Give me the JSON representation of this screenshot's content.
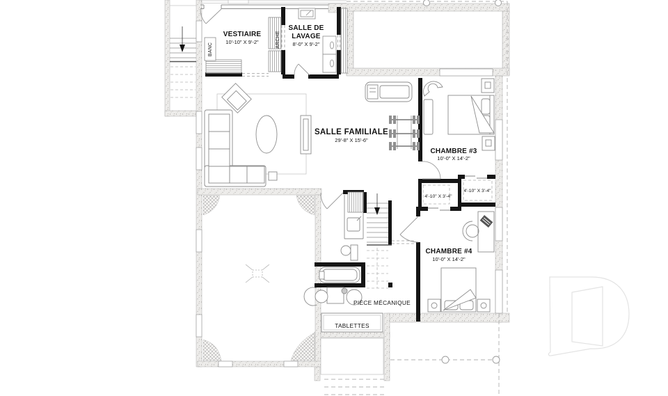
{
  "document": {
    "type": "architectural-floor-plan",
    "level": "basement"
  },
  "colors": {
    "background": "#ffffff",
    "wall_black": "#151515",
    "wall_concrete_fill": "#edecea",
    "furniture_line": "#8c8c8c",
    "text": "#141414",
    "watermark": "#e3e3e3"
  },
  "rooms": {
    "vestiaire": {
      "name": "VESTIAIRE",
      "dims": "10'-10\" X 9'-2\""
    },
    "salle_de_lavage": {
      "name_line1": "SALLE DE",
      "name_line2": "LAVAGE",
      "dims": "8'-0\" X 9'-2\""
    },
    "salle_familiale": {
      "name": "SALLE FAMILIALE",
      "dims": "29'-8\" X 15'-6\""
    },
    "chambre_3": {
      "name": "CHAMBRE #3",
      "dims": "10'-0\" X 14'-2\""
    },
    "chambre_4": {
      "name": "CHAMBRE #4",
      "dims": "10'-0\" X 14'-2\""
    },
    "piece_mecanique": {
      "name": "PIÈCE MÉCANIQUE"
    },
    "tablettes": {
      "name": "TABLETTES"
    },
    "closet_chambre4": {
      "dims": "4'-10\" X 3'-4\""
    },
    "closet_chambre3": {
      "dims": "4'-10\" X 3'-4\""
    }
  },
  "fixtures": {
    "banc_label": "BANC",
    "arche_label": "ARCHE"
  }
}
